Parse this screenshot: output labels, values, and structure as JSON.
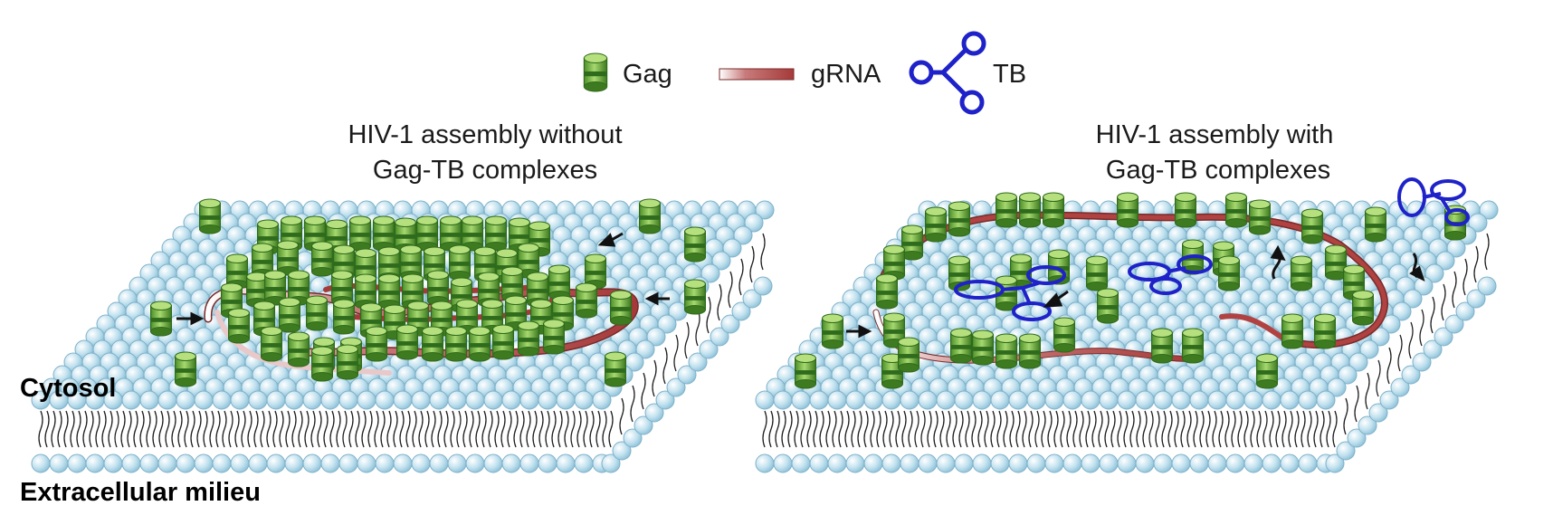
{
  "legend": {
    "gag_label": "Gag",
    "grna_label": "gRNA",
    "tb_label": "TB"
  },
  "panels": [
    {
      "title_line1": "HIV-1 assembly without",
      "title_line2": "Gag-TB complexes"
    },
    {
      "title_line1": "HIV-1 assembly with",
      "title_line2": "Gag-TB complexes"
    }
  ],
  "labels": {
    "cytosol": "Cytosol",
    "extracellular": "Extracellular milieu"
  },
  "colors": {
    "lipid_head": "#bfe0ee",
    "lipid_stroke": "#7fb1c9",
    "gag_green": "#7fbf4a",
    "gag_dark": "#2f6b1c",
    "grna": "#b14242",
    "tb_blue": "#1e22c8"
  }
}
